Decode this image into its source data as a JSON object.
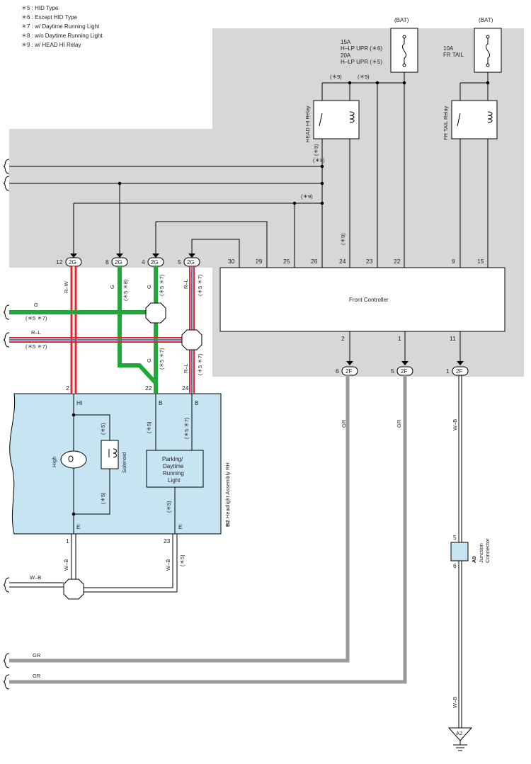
{
  "legend": [
    "＊5 : HID Type",
    "＊6 : Except HID Type",
    "＊7 : w/ Daytime Running Light",
    "＊8 : w/o Daytime Running Light",
    "＊9 : w/ HEAD HI Relay"
  ],
  "bat_label": "(BAT)",
  "fuse_head": [
    "15A",
    "H–LP UPR (＊6)",
    "20A",
    "H–LP UPR (＊5)"
  ],
  "fuse_tail": [
    "10A",
    "FR TAIL"
  ],
  "relay_head": "HEAD HI Relay",
  "relay_tail": "FR TAIL Relay",
  "front_controller": "Front Controller",
  "controller_pins_top": [
    "30",
    "29",
    "25",
    "26",
    "24",
    "23",
    "22",
    "9",
    "15"
  ],
  "controller_pins_bottom": [
    "2",
    "1",
    "11"
  ],
  "connectors_2g": [
    {
      "pin": "12",
      "id": "2G"
    },
    {
      "pin": "8",
      "id": "2G"
    },
    {
      "pin": "4",
      "id": "2G"
    },
    {
      "pin": "5",
      "id": "2G"
    }
  ],
  "connectors_2f": [
    {
      "pin": "6",
      "id": "2F"
    },
    {
      "pin": "5",
      "id": "2F"
    },
    {
      "pin": "1",
      "id": "2F"
    }
  ],
  "wire_colors": {
    "rw": "R–W",
    "g": "G",
    "rl": "R–L",
    "gr": "GR",
    "wb": "W–B"
  },
  "notes": {
    "n9": "(＊9)",
    "n5": "(＊5)",
    "n57": "(＊5 ＊7)",
    "n58": "(＊5 ＊8)"
  },
  "headlight": {
    "code": "B2",
    "name": "Headlight Assembly RH",
    "hi": "HI",
    "b": "B",
    "e": "E",
    "high": "High",
    "solenoid": "Solenoid",
    "parking": [
      "Parking/",
      "Daytime",
      "Running",
      "Light"
    ],
    "pins": [
      "2",
      "22",
      "24",
      "1",
      "23"
    ]
  },
  "junction": {
    "code": "A9",
    "name": [
      "Junction",
      "Connector"
    ],
    "pin_top": "5",
    "pin_bottom": "6"
  },
  "ground": "A2",
  "colors": {
    "shade": "#d7d7d7",
    "headlight_fill": "#c6e4f2",
    "green": "#22a83a",
    "red": "#e8242c",
    "blue": "#5870b8",
    "gray": "#9a9a9a"
  }
}
